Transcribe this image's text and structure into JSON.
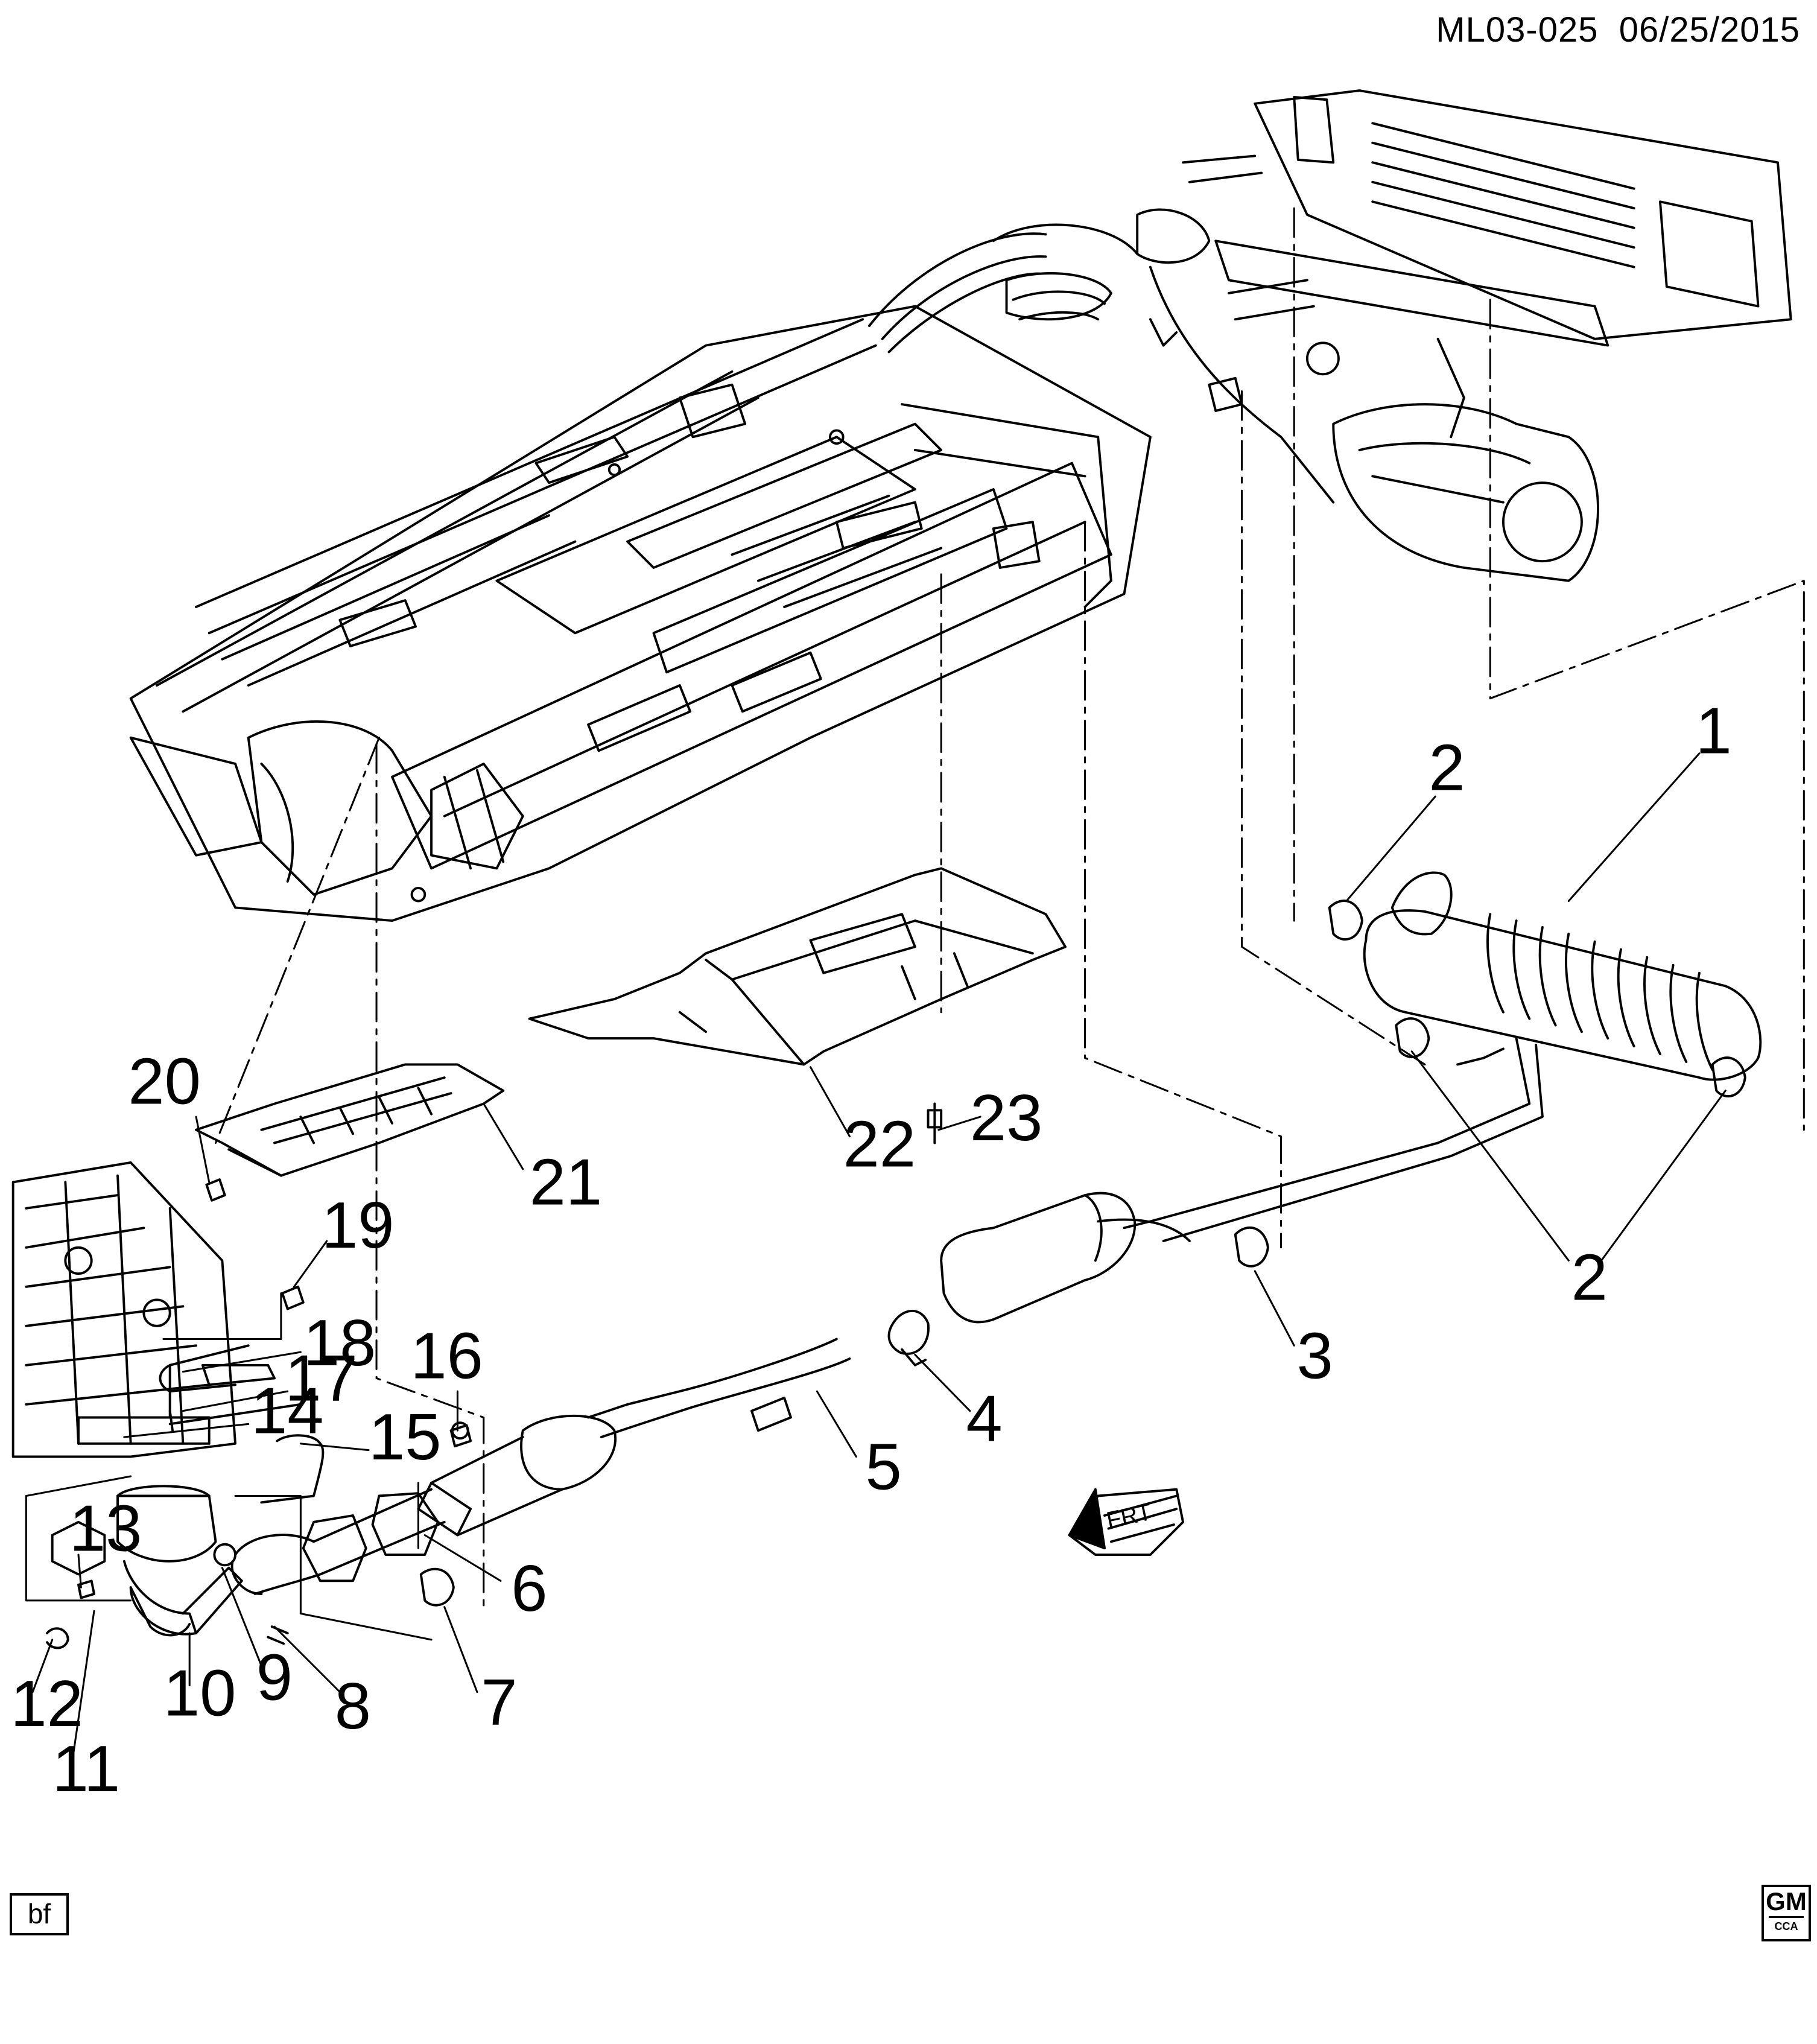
{
  "header": {
    "code": "ML03-025",
    "date": "06/25/2015"
  },
  "footer": {
    "drafter_tag": "bf",
    "logo_top": "GM",
    "logo_bottom": "CCA"
  },
  "direction_arrow": {
    "label": "FRT"
  },
  "callouts": [
    {
      "id": "c1",
      "label": "1"
    },
    {
      "id": "c2a",
      "label": "2"
    },
    {
      "id": "c2b",
      "label": "2"
    },
    {
      "id": "c3",
      "label": "3"
    },
    {
      "id": "c4",
      "label": "4"
    },
    {
      "id": "c5",
      "label": "5"
    },
    {
      "id": "c6",
      "label": "6"
    },
    {
      "id": "c7",
      "label": "7"
    },
    {
      "id": "c8",
      "label": "8"
    },
    {
      "id": "c9",
      "label": "9"
    },
    {
      "id": "c10",
      "label": "10"
    },
    {
      "id": "c11",
      "label": "11"
    },
    {
      "id": "c12",
      "label": "12"
    },
    {
      "id": "c13",
      "label": "13"
    },
    {
      "id": "c14",
      "label": "14"
    },
    {
      "id": "c15",
      "label": "15"
    },
    {
      "id": "c16",
      "label": "16"
    },
    {
      "id": "c17",
      "label": "17"
    },
    {
      "id": "c18",
      "label": "18"
    },
    {
      "id": "c19",
      "label": "19"
    },
    {
      "id": "c20",
      "label": "20"
    },
    {
      "id": "c21",
      "label": "21"
    },
    {
      "id": "c22",
      "label": "22"
    },
    {
      "id": "c23",
      "label": "23"
    }
  ]
}
